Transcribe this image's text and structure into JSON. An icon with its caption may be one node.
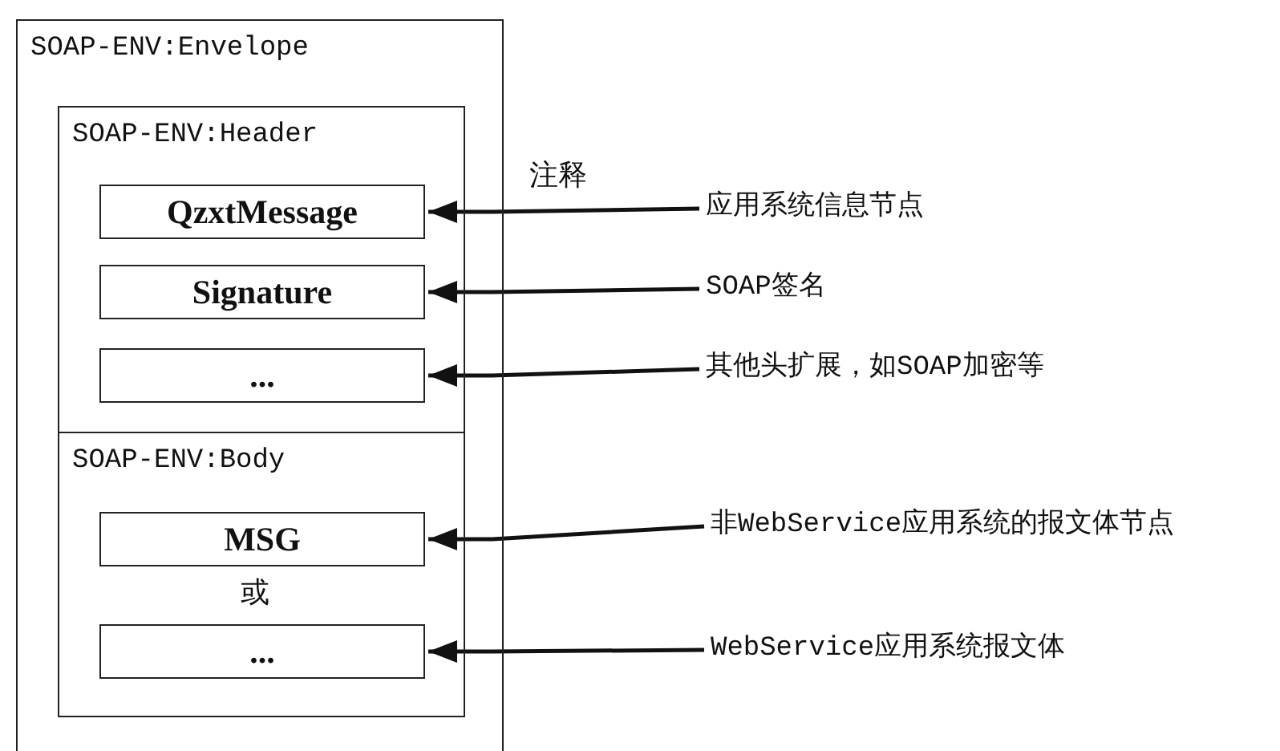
{
  "diagram": {
    "nodes": [
      {
        "text": [
          "SOAP-ENV:Envelope"
        ]
      },
      {
        "text": [
          "SOAP-ENV:Header"
        ],
        "in": 0
      },
      {
        "text": [
          "QzxtMessage"
        ],
        "in": 1
      },
      {
        "text": [
          "Signature"
        ],
        "in": 1
      },
      {
        "text": [
          "..."
        ],
        "in": 1
      },
      {
        "text": [
          "SOAP-ENV:Body"
        ],
        "in": 0
      },
      {
        "text": [
          "MSG"
        ],
        "in": 5
      },
      {
        "text": [
          "..."
        ],
        "in": 5
      },
      {
        "text": [
          "应用系统信息节点"
        ]
      },
      {
        "text": [
          "SOAP签名"
        ]
      },
      {
        "text": [
          "其他头扩展，如SOAP加密等"
        ]
      },
      {
        "text": [
          "非WebService应用系统的报文体节点"
        ]
      },
      {
        "text": [
          "WebService应用系统报文体"
        ]
      }
    ],
    "edges": [
      {
        "from": 8,
        "to": 2,
        "arrow": "to"
      },
      {
        "from": 9,
        "to": 3,
        "arrow": "to"
      },
      {
        "from": 10,
        "to": 4,
        "arrow": "to"
      },
      {
        "from": 11,
        "to": 6,
        "arrow": "to"
      },
      {
        "from": 12,
        "to": 7,
        "arrow": "to"
      }
    ],
    "labels": [
      "注释",
      "或"
    ]
  }
}
